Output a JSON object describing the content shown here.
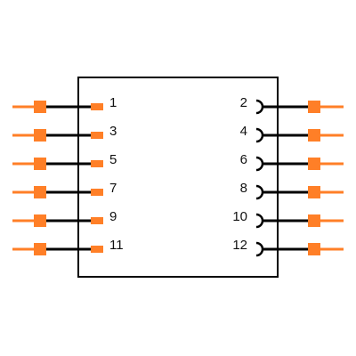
{
  "symbol": {
    "left_pins": [
      {
        "number": "1"
      },
      {
        "number": "3"
      },
      {
        "number": "5"
      },
      {
        "number": "7"
      },
      {
        "number": "9"
      },
      {
        "number": "11"
      }
    ],
    "right_pins": [
      {
        "number": "2"
      },
      {
        "number": "4"
      },
      {
        "number": "6"
      },
      {
        "number": "8"
      },
      {
        "number": "10"
      },
      {
        "number": "12"
      }
    ]
  },
  "colors": {
    "pin_accent": "#FF7F27",
    "pin_line": "#000000",
    "body_outline": "#000000",
    "background": "#FFFFFF"
  }
}
